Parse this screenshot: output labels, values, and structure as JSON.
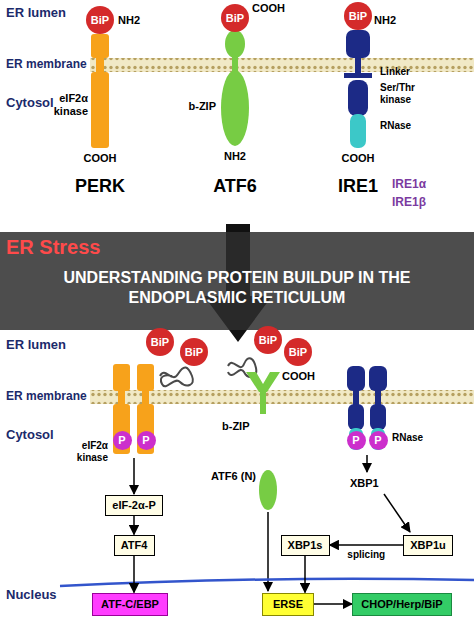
{
  "diagram": {
    "title": "UNDERSTANDING PROTEIN BUILDUP IN THE ENDOPLASMIC RETICULUM",
    "nodes": [
      {
        "text": [
          "BiP"
        ]
      },
      {
        "text": [
          "BiP"
        ]
      },
      {
        "text": [
          "BiP"
        ]
      },
      {
        "text": [
          "BiP"
        ]
      },
      {
        "text": [
          "BiP"
        ]
      },
      {
        "text": [
          "BiP"
        ]
      },
      {
        "text": [
          "BiP"
        ]
      },
      {
        "text": [
          "P"
        ]
      },
      {
        "text": [
          "P"
        ]
      },
      {
        "text": [
          "P"
        ]
      },
      {
        "text": [
          "P"
        ]
      },
      {
        "text": [
          "eIF-2α-P"
        ]
      },
      {
        "text": [
          "ATF4"
        ]
      },
      {
        "text": [
          "XBP1s"
        ]
      },
      {
        "text": [
          "XBP1u"
        ]
      },
      {
        "text": [
          "ATF-C/EBP"
        ]
      },
      {
        "text": [
          "ERSE"
        ]
      },
      {
        "text": [
          "CHOP/Herp/BiP"
        ]
      }
    ],
    "edges": [
      {
        "from": 11,
        "to": 12,
        "arrow": "to"
      },
      {
        "from": 12,
        "to": 15,
        "arrow": "to"
      },
      {
        "from": 14,
        "to": 13,
        "arrow": "to",
        "label": "splicing"
      },
      {
        "from": 13,
        "to": 16,
        "arrow": "to"
      },
      {
        "from": 16,
        "to": 17,
        "arrow": "to"
      }
    ],
    "labels": [
      "ER lumen",
      "ER membrane",
      "Cytosol",
      "NH2",
      "eIF2α kinase",
      "COOH",
      "PERK",
      "COOH",
      "b-ZIP",
      "NH2",
      "ATF6",
      "NH2",
      "Linker",
      "Ser/Thr kinase",
      "RNase",
      "COOH",
      "IRE1",
      "IRE1α",
      "IRE1β",
      "ER Stress",
      "ER lumen",
      "ER membrane",
      "Cytosol",
      "COOH",
      "eIF2α kinase",
      "b-ZIP",
      "RNase",
      "XBP1",
      "ATF6 (N)",
      "Nucleus"
    ]
  }
}
